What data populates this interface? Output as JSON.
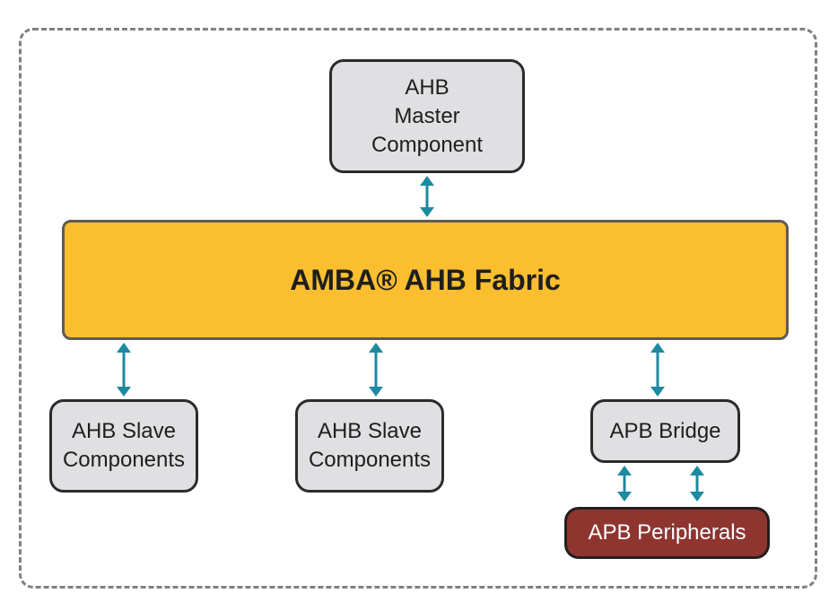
{
  "diagram": {
    "container": {
      "style": "dashed",
      "color": "#808080"
    },
    "master": {
      "label": "AHB\nMaster\nComponent"
    },
    "fabric": {
      "label": "AMBA® AHB Fabric",
      "color": "#fbbe2f"
    },
    "slave_1": {
      "label": "AHB Slave\nComponents"
    },
    "slave_2": {
      "label": "AHB Slave\nComponents"
    },
    "bridge": {
      "label": "APB Bridge"
    },
    "peripherals": {
      "label": "APB Peripherals",
      "color": "#8f3530"
    },
    "arrow_color": "#1e8aa0",
    "connections": [
      {
        "from": "master",
        "to": "fabric",
        "type": "bidirectional"
      },
      {
        "from": "fabric",
        "to": "slave_1",
        "type": "bidirectional"
      },
      {
        "from": "fabric",
        "to": "slave_2",
        "type": "bidirectional"
      },
      {
        "from": "fabric",
        "to": "bridge",
        "type": "bidirectional"
      },
      {
        "from": "bridge",
        "to": "peripherals",
        "type": "bidirectional"
      },
      {
        "from": "bridge",
        "to": "peripherals",
        "type": "bidirectional"
      }
    ]
  }
}
